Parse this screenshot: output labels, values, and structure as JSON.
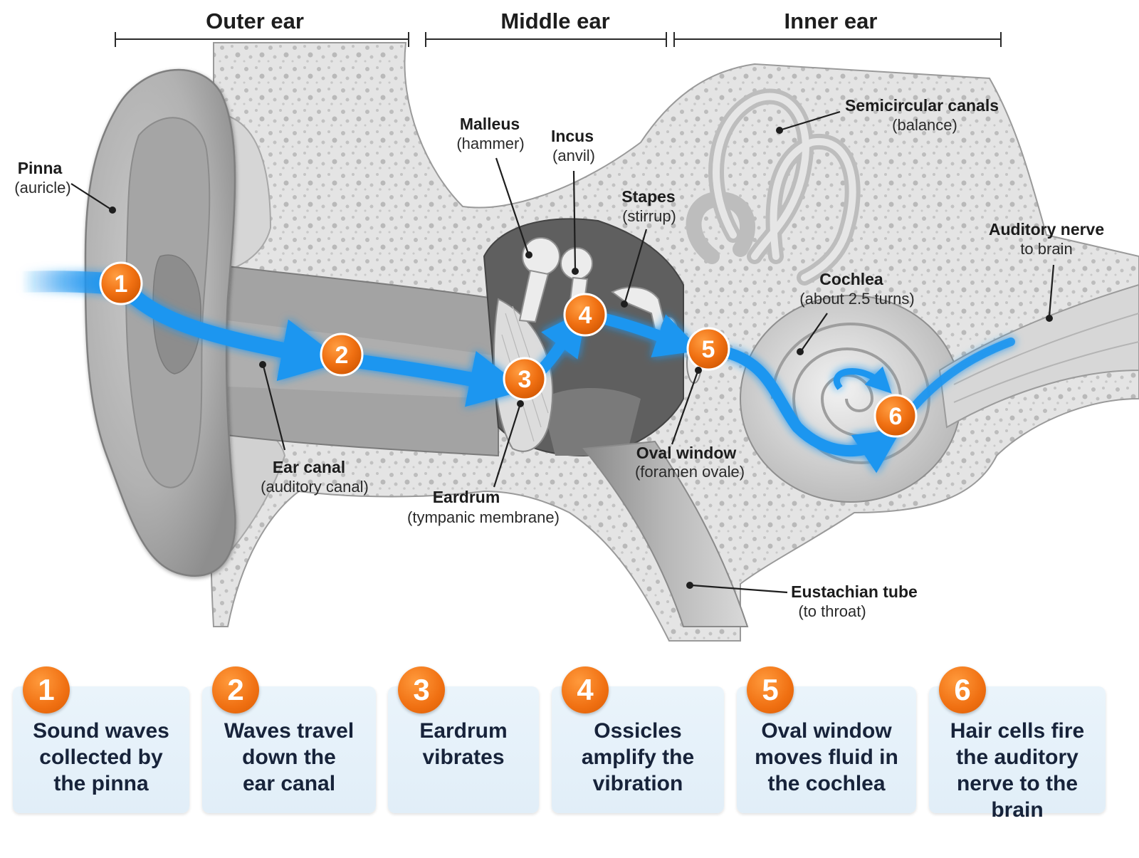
{
  "sections": [
    {
      "title": "Outer ear"
    },
    {
      "title": "Middle ear"
    },
    {
      "title": "Inner ear"
    }
  ],
  "labels": {
    "pinna": {
      "name": "Pinna",
      "sub": "(auricle)"
    },
    "ear_canal": {
      "name": "Ear canal",
      "sub": "(auditory canal)"
    },
    "eardrum": {
      "name": "Eardrum",
      "sub": "(tympanic membrane)"
    },
    "malleus": {
      "name": "Malleus",
      "sub": "(hammer)"
    },
    "incus": {
      "name": "Incus",
      "sub": "(anvil)"
    },
    "stapes": {
      "name": "Stapes",
      "sub": "(stirrup)"
    },
    "semicircular": {
      "name": "Semicircular canals",
      "sub": "(balance)"
    },
    "cochlea": {
      "name": "Cochlea",
      "sub": "(about 2.5 turns)"
    },
    "auditory_nerve": {
      "name": "Auditory nerve",
      "sub": "to brain"
    },
    "oval_window": {
      "name": "Oval window",
      "sub": "(foramen ovale)"
    },
    "eustachian": {
      "name": "Eustachian tube",
      "sub": "(to throat)"
    }
  },
  "badges": [
    "1",
    "2",
    "3",
    "4",
    "5",
    "6"
  ],
  "steps": [
    {
      "num": "1",
      "lines": [
        "Sound waves",
        "collected by",
        "the pinna"
      ]
    },
    {
      "num": "2",
      "lines": [
        "Waves travel",
        "down the",
        "ear canal"
      ]
    },
    {
      "num": "3",
      "lines": [
        "Eardrum",
        "vibrates"
      ]
    },
    {
      "num": "4",
      "lines": [
        "Ossicles",
        "amplify the",
        "vibration"
      ]
    },
    {
      "num": "5",
      "lines": [
        "Oval window",
        "moves fluid in",
        "the cochlea"
      ]
    },
    {
      "num": "6",
      "lines": [
        "Hair cells fire",
        "the auditory",
        "nerve to the brain"
      ]
    }
  ],
  "colors": {
    "sound_path": "#1e96f0",
    "badge_orange": "#f07012",
    "step_panel": "#e4f0f9",
    "step_text": "#17233a"
  }
}
